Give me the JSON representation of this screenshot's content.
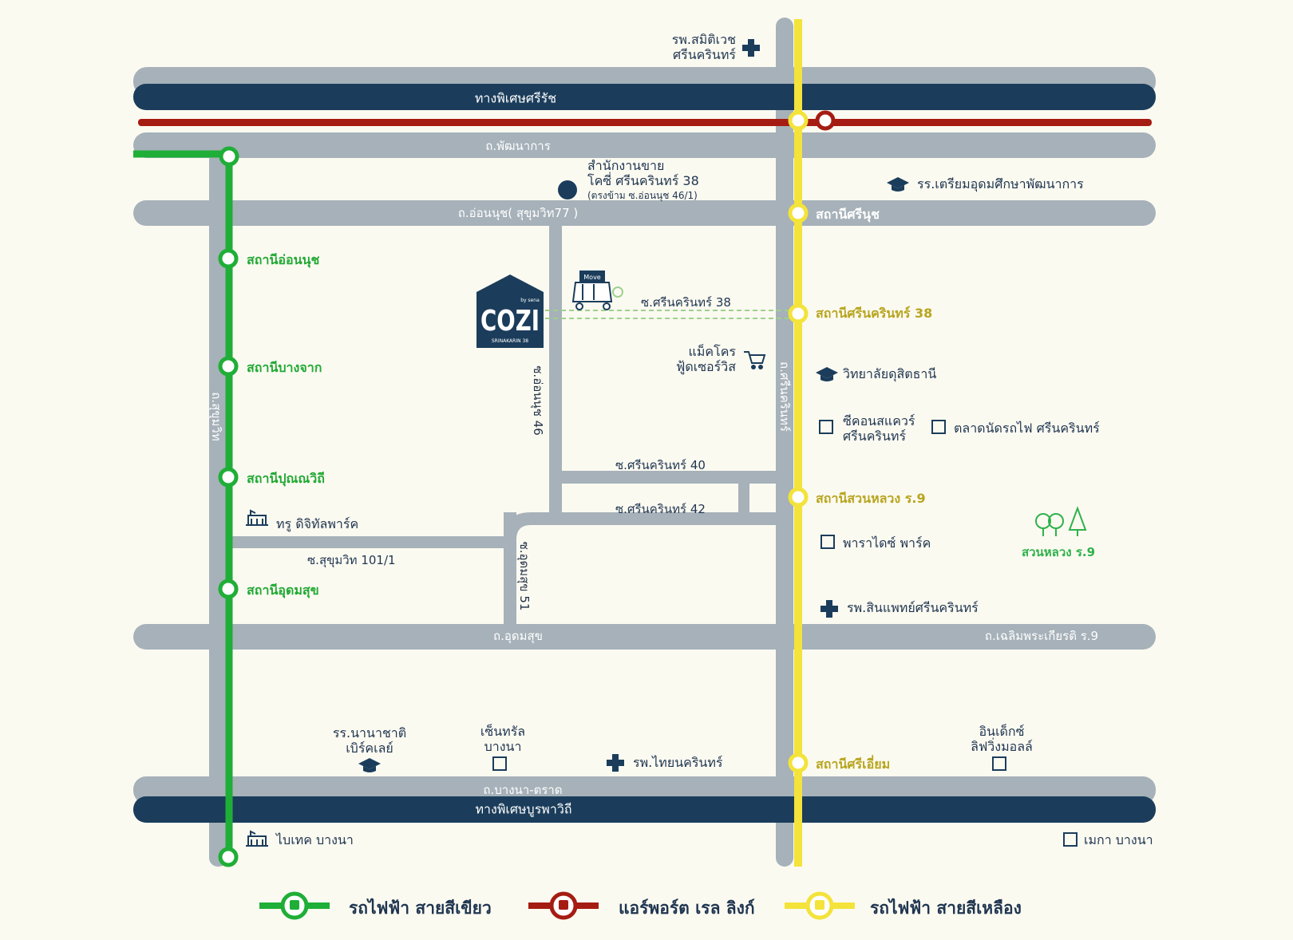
{
  "expressways": {
    "si_rat": "ทางพิเศษศรีรัช",
    "burapha_withi": "ทางพิเศษบูรพาวิถี"
  },
  "roads": {
    "phatthanakan": "ถ.พัฒนาการ",
    "on_nut": "ถ.อ่อนนุช( สุขุมวิท77 )",
    "udomsuk": "ถ.อุดมสุข",
    "chaloem_phrakiat": "ถ.เฉลิมพระเกียรติ ร.9",
    "bangna_trat": "ถ.บางนา-ตราด",
    "sukhumvit": "ถ.สุขุมวิท",
    "srinakarin": "ถ.ศรีนครินทร์"
  },
  "sois": {
    "srinakarin_38": "ซ.ศรีนครินทร์ 38",
    "srinakarin_40": "ซ.ศรีนครินทร์ 40",
    "srinakarin_42": "ซ.ศรีนครินทร์ 42",
    "sukhumvit_101_1": "ซ.สุขุมวิท 101/1",
    "on_nut_46": "ซ.อ่อนนุช 46",
    "udomsuk_51": "ซ.อุดมสุข 51"
  },
  "green_stations": [
    "สถานีอ่อนนุช",
    "สถานีบางจาก",
    "สถานีปุณณวิถี",
    "สถานีอุดมสุข"
  ],
  "yellow_stations": {
    "si_nut": "สถานีศรีนุช",
    "srinakarin_38": "สถานีศรีนครินทร์ 38",
    "suan_luang": "สถานีสวนหลวง ร.9",
    "si_iam": "สถานีศรีเอี่ยม"
  },
  "sales_office": {
    "line1": "สำนักงานขาย",
    "line2": "โคซี่ ศรีนครินทร์ 38",
    "note": "(ตรงข้าม ซ.อ่อนนุช 46/1)"
  },
  "project": {
    "logo_text": "COZI",
    "by_text": "by sena",
    "sub_text": "SRINAKARIN 38",
    "tuktuk_text": "Move"
  },
  "poi": {
    "samitivej_1": "รพ.สมิติเวช",
    "samitivej_2": "ศรีนครินทร์",
    "triam_udom": "รร.เตรียมอุดมศึกษาพัฒนาการ",
    "makro_1": "แม็คโคร",
    "makro_2": "ฟู้ดเซอร์วิส",
    "dusit_thani": "วิทยาลัยดุสิตธานี",
    "seacon_1": "ซีคอนสแควร์",
    "seacon_2": "ศรีนครินทร์",
    "train_market": "ตลาดนัดรถไฟ ศรีนครินทร์",
    "paradise_park": "พาราไดซ์ พาร์ค",
    "suan_luang_park": "สวนหลวง ร.9",
    "samitivej_srinakarin": "รพ.สินแพทย์ศรีนครินทร์",
    "true_digital": "ทรู ดิจิทัลพาร์ค",
    "berkeley_1": "รร.นานาชาติ",
    "berkeley_2": "เบิร์คเลย์",
    "central_1": "เซ็นทรัล",
    "central_2": "บางนา",
    "thainakarin": "รพ.ไทยนครินทร์",
    "index_1": "อินเด็กซ์",
    "index_2": "ลิฟวิ่งมอลล์",
    "bitec": "ไบเทค บางนา",
    "mega": "เมกา บางนา"
  },
  "legend": [
    {
      "label": "รถไฟฟ้า สายสีเขียว",
      "color": "#1fae37"
    },
    {
      "label": "แอร์พอร์ต เรล ลิงก์",
      "color": "#a51c12"
    },
    {
      "label": "รถไฟฟ้า สายสีเหลือง",
      "color": "#f3e33a"
    }
  ],
  "colors": {
    "road": "#a6b1b9",
    "expressway": "#1b3d5b",
    "green_line": "#1fae37",
    "airport_link": "#a51c12",
    "yellow_line": "#f3e33a",
    "label_dark": "#1f3550"
  }
}
